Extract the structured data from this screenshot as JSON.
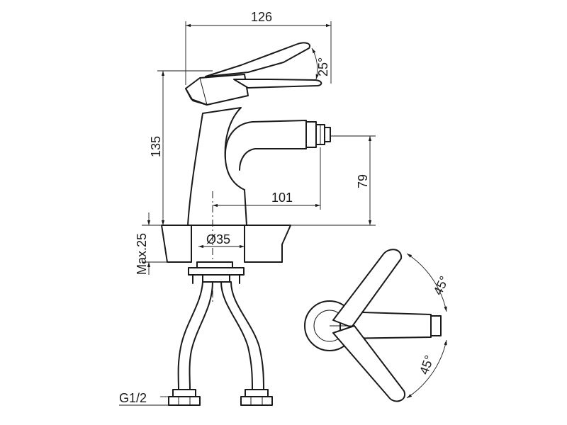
{
  "dimensions": {
    "width_126": "126",
    "height_135": "135",
    "lever_angle": "25°",
    "outlet_height_79": "79",
    "reach_101": "101",
    "hole_diameter": "Ø35",
    "max_thickness": "Max.25",
    "thread": "G1/2",
    "rotation_top": "45°",
    "rotation_bottom": "45°"
  },
  "colors": {
    "line": "#1a1a1a",
    "background": "#ffffff"
  }
}
